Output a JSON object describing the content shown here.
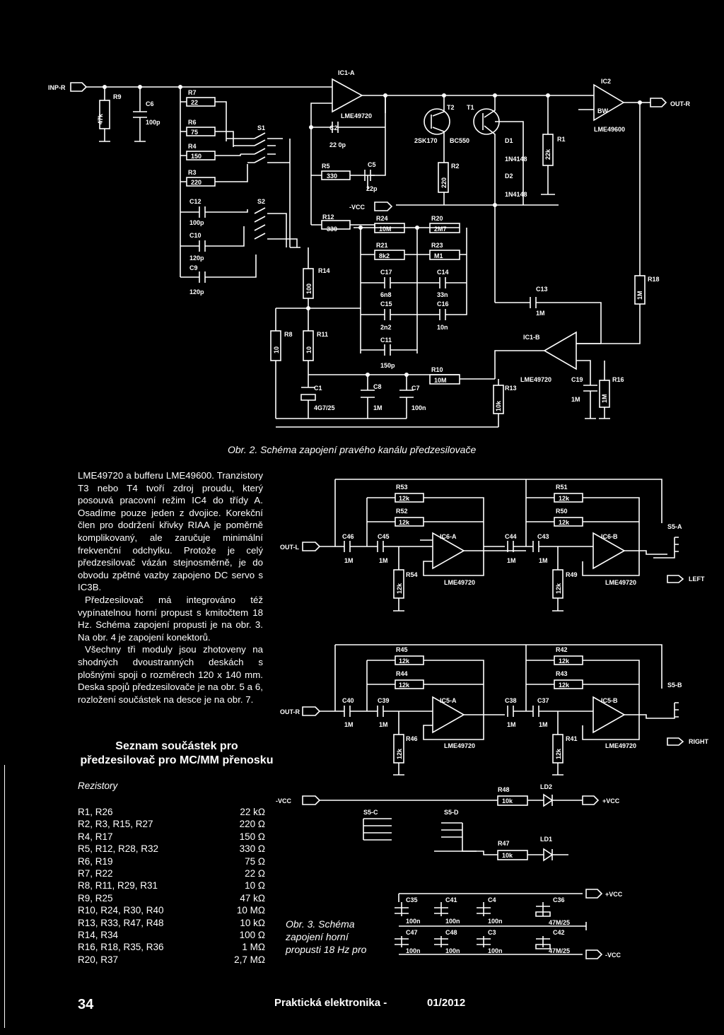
{
  "fig2_caption": "Obr. 2. Schéma zapojení pravého kanálu předzesilovače",
  "fig3_caption": [
    "Obr. 3. Schéma",
    "zapojení horní",
    "propusti 18 Hz pro"
  ],
  "body_paragraphs": [
    "LME49720 a bufferu LME49600. Tranzistory T3 nebo T4 tvoří zdroj proudu, který posouvá pracovní režim IC4 do třídy A. Osadíme pouze jeden z dvojice. Korekční člen pro dodržení křivky RIAA je poměrně komplikovaný, ale zaručuje minimální frekvenční odchylku. Protože je celý předzesilovač vázán stejnosměrně, je do obvodu zpětné vazby zapojeno DC servo s IC3B.",
    "Předzesilovač má integrováno též vypínatelnou horní propust s kmitočtem 18 Hz. Schéma zapojení propusti je na obr. 3. Na obr. 4 je zapojení konektorů.",
    "Všechny tři moduly jsou zhotoveny na shodných dvoustranných deskách s plošnými spoji o rozměrech 120 x 140 mm. Deska spojů předzesilovače je na obr. 5 a 6, rozložení součástek na desce je na obr. 7."
  ],
  "parts_heading": "Seznam součástek pro předzesilovač pro MC/MM přenosku",
  "resistors_heading": "Rezistory",
  "parts": [
    {
      "ref": "R1, R26",
      "val": "22 kΩ"
    },
    {
      "ref": "R2, R3, R15, R27",
      "val": "220 Ω"
    },
    {
      "ref": "R4, R17",
      "val": "150 Ω"
    },
    {
      "ref": "R5, R12, R28, R32",
      "val": "330 Ω"
    },
    {
      "ref": "R6, R19",
      "val": "75 Ω"
    },
    {
      "ref": "R7, R22",
      "val": "22 Ω"
    },
    {
      "ref": "R8, R11, R29, R31",
      "val": "10 Ω"
    },
    {
      "ref": "R9, R25",
      "val": "47 kΩ"
    },
    {
      "ref": "R10, R24, R30, R40",
      "val": "10 MΩ"
    },
    {
      "ref": "R13, R33, R47, R48",
      "val": "10 kΩ"
    },
    {
      "ref": "R14, R34",
      "val": "100 Ω"
    },
    {
      "ref": "R16, R18, R35, R36",
      "val": "1 MΩ"
    },
    {
      "ref": "R20, R37",
      "val": "2,7 MΩ"
    }
  ],
  "footer": {
    "page": "34",
    "magazine": "Praktická elektronika -",
    "issue": "01/2012"
  },
  "schematic1": {
    "inp": "INP-R",
    "out": "OUT-R",
    "ic1a": "IC1-A",
    "ic2": "IC2",
    "ic1b": "IC1-B",
    "lme49720": "LME49720",
    "lme49600": "LME49600",
    "r9": "R9",
    "r9v": "47k",
    "c6": "C6",
    "c6v": "100p",
    "r7": "R7",
    "r7v": "22",
    "r6": "R6",
    "r6v": "75",
    "r4": "R4",
    "r4v": "150",
    "r3": "R3",
    "r3v": "220",
    "s1": "S1",
    "s2": "S2",
    "c12": "C12",
    "c12v": "100p",
    "c10": "C10",
    "c10v": "120p",
    "c9": "C9",
    "c9v": "120p",
    "c2": "C2",
    "c2v": "22 0p",
    "r5": "R5",
    "r5v": "330",
    "c5": "C5",
    "c5v": "22p",
    "vcc": "-VCC",
    "t2": "T2",
    "t1": "T1",
    "t2t": "2SK170",
    "t1t": "BC550",
    "r2": "R2",
    "r2v": "220",
    "d1": "D1",
    "d1t": "1N4148",
    "d2": "D2",
    "d2t": "1N4148",
    "r1": "R1",
    "r1v": "22k",
    "r12": "R12",
    "r12v": "330",
    "r24": "R24",
    "r24v": "10M",
    "r20": "R20",
    "r20v": "2M7",
    "r21": "R21",
    "r21v": "8k2",
    "r23": "R23",
    "r23v": "M1",
    "r14": "R14",
    "r14v": "100",
    "c17": "C17",
    "c17v": "6n8",
    "c14": "C14",
    "c14v": "33n",
    "c15": "C15",
    "c15v": "2n2",
    "c16": "C16",
    "c16v": "10n",
    "c11": "C11",
    "c11v": "150p",
    "r8": "R8",
    "r8v": "10",
    "r11": "R11",
    "r11v": "10",
    "c1": "C1",
    "c1v": "4G7/25",
    "c8": "C8",
    "c8v": "1M",
    "c7": "C7",
    "c7v": "100n",
    "r10": "R10",
    "r10v": "10M",
    "r13": "R13",
    "r13v": "10k",
    "c13": "C13",
    "c13v": "1M",
    "r18": "R18",
    "r18v": "1M",
    "c19": "C19",
    "c19v": "1M",
    "r16": "R16",
    "r16v": "1M",
    "bw": "BW"
  },
  "schematic2": {
    "outl": "OUT-L",
    "outr": "OUT-R",
    "left": "LEFT",
    "right": "RIGHT",
    "ic6a": "IC6-A",
    "ic6b": "IC6-B",
    "ic5a": "IC5-A",
    "ic5b": "IC5-B",
    "lme": "LME49720",
    "r53": "R53",
    "r52": "R52",
    "r51": "R51",
    "r50": "R50",
    "r54": "R54",
    "r49": "R49",
    "r45": "R45",
    "r44": "R44",
    "r42": "R42",
    "r43": "R43",
    "r46": "R46",
    "r41": "R41",
    "v12k": "12k",
    "c46": "C46",
    "c45": "C45",
    "c44": "C44",
    "c43": "C43",
    "c40": "C40",
    "c39": "C39",
    "c38": "C38",
    "c37": "C37",
    "v1m": "1M",
    "s5a": "S5-A",
    "s5b": "S5-B",
    "s5c": "S5-C",
    "s5d": "S5-D",
    "vccn": "-VCC",
    "vccp": "+VCC",
    "r48": "R48",
    "r47": "R47",
    "v10k": "10k",
    "ld2": "LD2",
    "ld1": "LD1",
    "c35": "C35",
    "c41": "C41",
    "c4": "C4",
    "c36": "C36",
    "c47": "C47",
    "c48": "C48",
    "c3": "C3",
    "c42": "C42",
    "v100n": "100n",
    "v47m": "47M/25"
  }
}
